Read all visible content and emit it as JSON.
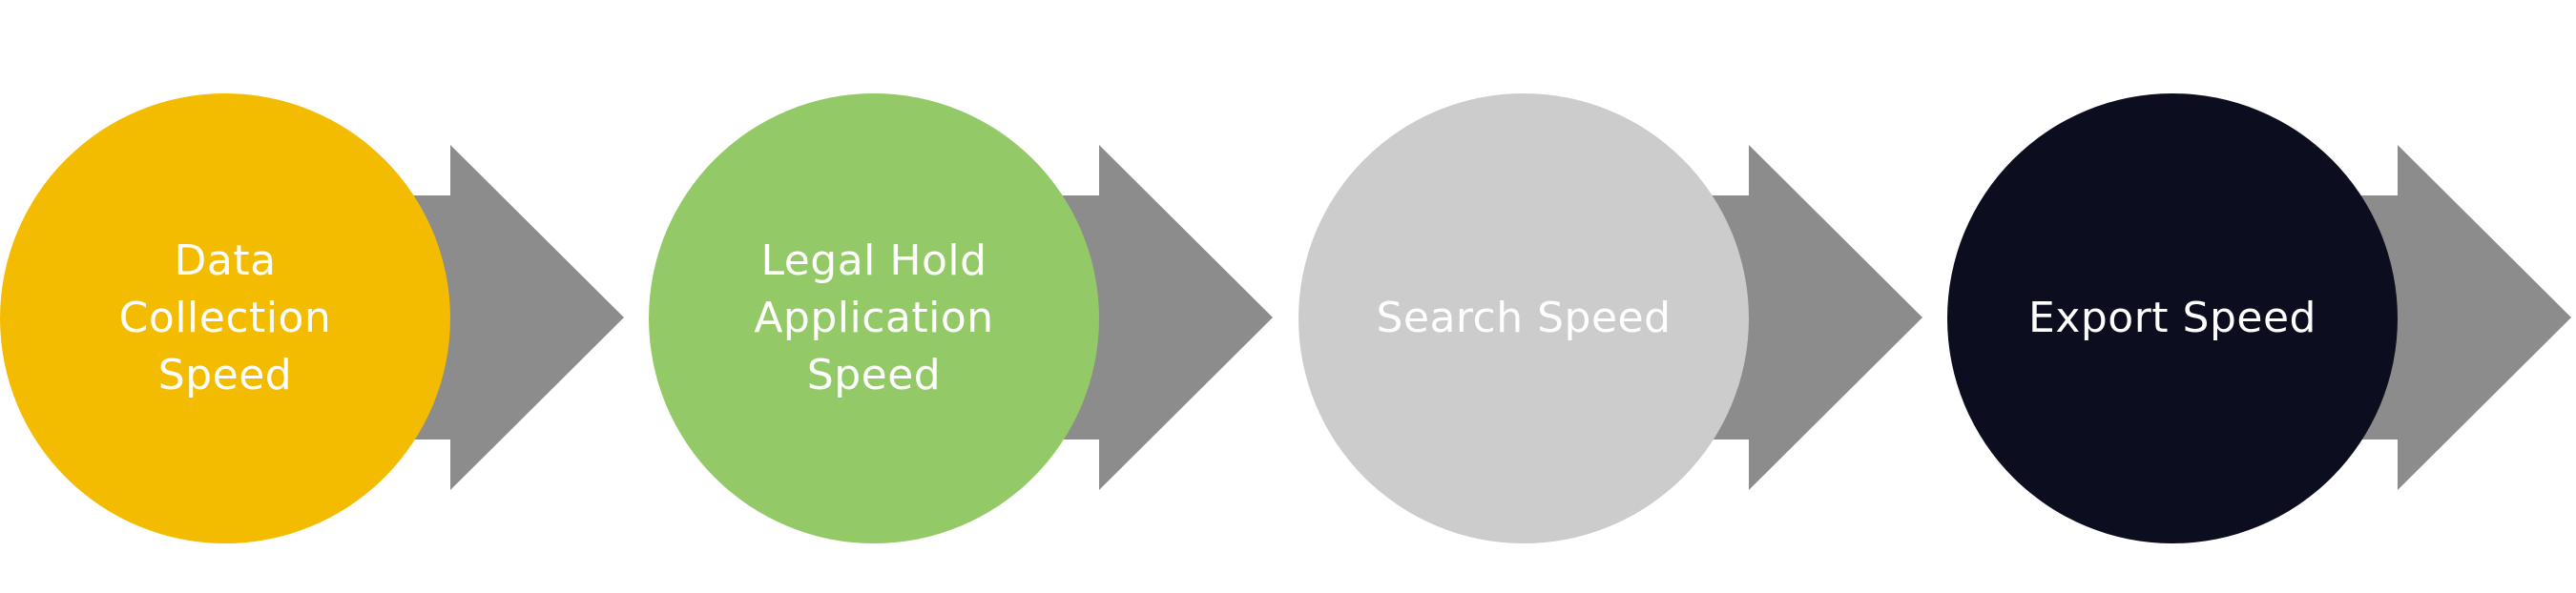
{
  "steps": [
    {
      "label": "Data Collection Speed",
      "circle_color": "#f3bc00"
    },
    {
      "label": "Legal Hold Application Speed",
      "circle_color": "#93ca67"
    },
    {
      "label": "Search Speed",
      "circle_color": "#cccccc"
    },
    {
      "label": "Export Speed",
      "circle_color": "#0c0e1f"
    }
  ],
  "arrow_color": "#8c8c8c"
}
